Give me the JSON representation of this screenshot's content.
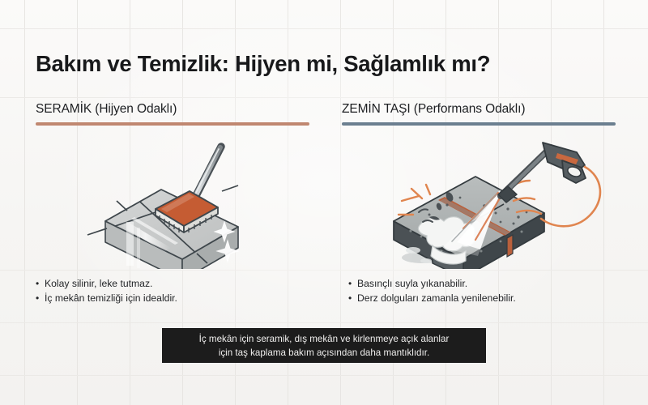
{
  "page": {
    "title": "Bakım ve Temizlik: Hijyen mi, Sağlamlık mı?",
    "background_color": "#f7f6f5",
    "grid_line_color": "#e7e5e2"
  },
  "columns": [
    {
      "id": "seramik",
      "heading": "SERAMİK (Hijyen Odaklı)",
      "rule_color": "#c08770",
      "illustration": "mop-on-ceramic-tile-icon",
      "bullets": [
        "Kolay silinir, leke tutmaz.",
        "İç mekân temizliği için idealdir."
      ]
    },
    {
      "id": "zemin-tasi",
      "heading": "ZEMİN TAŞI (Performans Odaklı)",
      "rule_color": "#6b7f90",
      "illustration": "pressure-washer-on-stone-icon",
      "bullets": [
        "Basınçlı suyla yıkanabilir.",
        "Derz dolguları zamanla yenilenebilir."
      ]
    }
  ],
  "bullet_marker": "•",
  "footer": {
    "background_color": "#1c1c1c",
    "text_color": "#f0efee",
    "line1": "İç mekân için seramik, dış mekân ve kirlenmeye açık alanlar",
    "line2": "için taş kaplama bakım açısından daha mantıklıdır."
  }
}
